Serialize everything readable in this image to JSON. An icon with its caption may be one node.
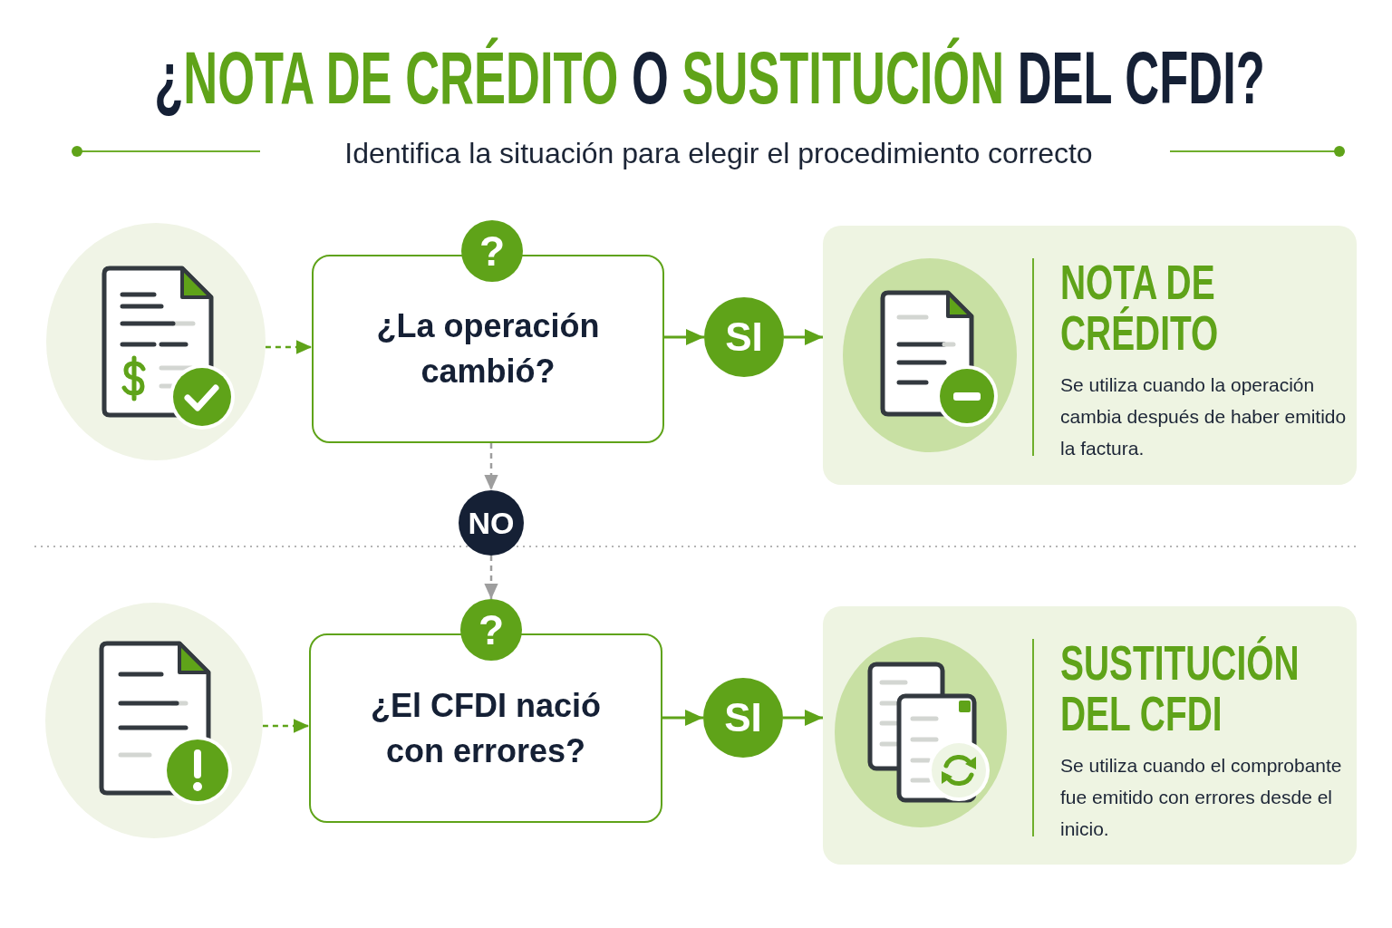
{
  "diagram": {
    "title": "¿**NOTA DE CRÉDITO** O **SUSTITUCIÓN** DEL CFDI?",
    "nodes": [
      {
        "text": [],
        "shape": "picture"
      },
      {
        "text": [
          "?"
        ]
      },
      {
        "text": [
          "¿La operación cambió?"
        ]
      },
      {
        "text": [
          "SI"
        ]
      },
      {
        "text": [
          "NOTA DE CRÉDITO",
          "Se utiliza cuando la operación cambia después de haber emitido la factura."
        ]
      },
      {
        "text": [],
        "shape": "picture",
        "in": 4
      },
      {
        "text": [
          "NO"
        ]
      },
      {
        "text": [],
        "shape": "picture"
      },
      {
        "text": [
          "?"
        ]
      },
      {
        "text": [
          "¿El CFDI nació con errores?"
        ]
      },
      {
        "text": [
          "SI"
        ]
      },
      {
        "text": [
          "SUSTITUCIÓN DEL CFDI",
          "Se utiliza cuando el comprobante fue emitido con errores desde el inicio."
        ]
      },
      {
        "text": [],
        "shape": "picture",
        "in": 11
      }
    ],
    "edges": [
      {
        "from": 0,
        "to": 2,
        "arrow": "to",
        "style": "dashed"
      },
      {
        "from": 2,
        "to": 3,
        "arrow": "to"
      },
      {
        "from": 3,
        "to": 4,
        "arrow": "to"
      },
      {
        "from": 2,
        "to": 6,
        "arrow": "to",
        "style": "dashed",
        "color": "#9e9e9e"
      },
      {
        "from": 6,
        "to": 8,
        "arrow": "to",
        "style": "dashed",
        "color": "#9e9e9e"
      },
      {
        "from": 7,
        "to": 9,
        "arrow": "to",
        "style": "dashed"
      },
      {
        "from": 9,
        "to": 10,
        "arrow": "to"
      },
      {
        "from": 10,
        "to": 11,
        "arrow": "to"
      }
    ],
    "labels": [
      "Identifica la situación para elegir el procedimiento correcto"
    ]
  }
}
